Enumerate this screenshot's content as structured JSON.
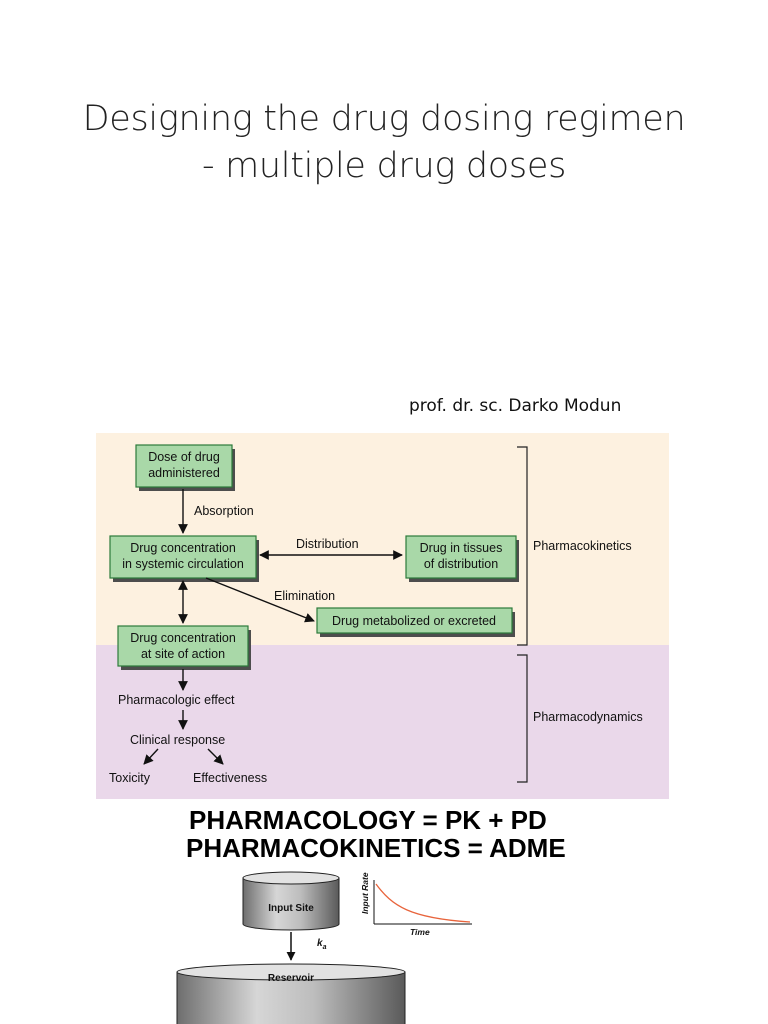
{
  "slide": {
    "title_line1": "Designing the drug dosing regimen",
    "title_line2": "- multiple drug doses",
    "author": "prof. dr. sc. Darko Modun"
  },
  "diagram": {
    "colors": {
      "pk_band": "#fdf1e0",
      "pd_band": "#ead8ea",
      "box_fill": "#a9d8a8",
      "box_border": "#2c7a3a",
      "box_shadow": "#4d4d4d",
      "arrow": "#111111"
    },
    "boxes": {
      "dose": [
        "Dose of drug",
        "administered"
      ],
      "systemic": [
        "Drug concentration",
        "in systemic circulation"
      ],
      "tissues": [
        "Drug in tissues",
        "of distribution"
      ],
      "metabolized": "Drug metabolized or excreted",
      "site": [
        "Drug concentration",
        "at site of action"
      ]
    },
    "labels": {
      "absorption": "Absorption",
      "distribution": "Distribution",
      "elimination": "Elimination",
      "pharmacologic_effect": "Pharmacologic effect",
      "clinical_response": "Clinical response",
      "toxicity": "Toxicity",
      "effectiveness": "Effectiveness"
    },
    "brackets": {
      "pk": "Pharmacokinetics",
      "pd": "Pharmacodynamics"
    }
  },
  "slogans": {
    "line1": "PHARMACOLOGY = PK + PD",
    "line2": "PHARMACOKINETICS = ADME"
  },
  "model": {
    "input_site": "Input Site",
    "reservoir": "Reservoir",
    "rate_constant": "k",
    "rate_constant_sub": "a",
    "graph_ylabel": "Input Rate",
    "graph_xlabel": "Time",
    "curve_color": "#e8643c"
  }
}
